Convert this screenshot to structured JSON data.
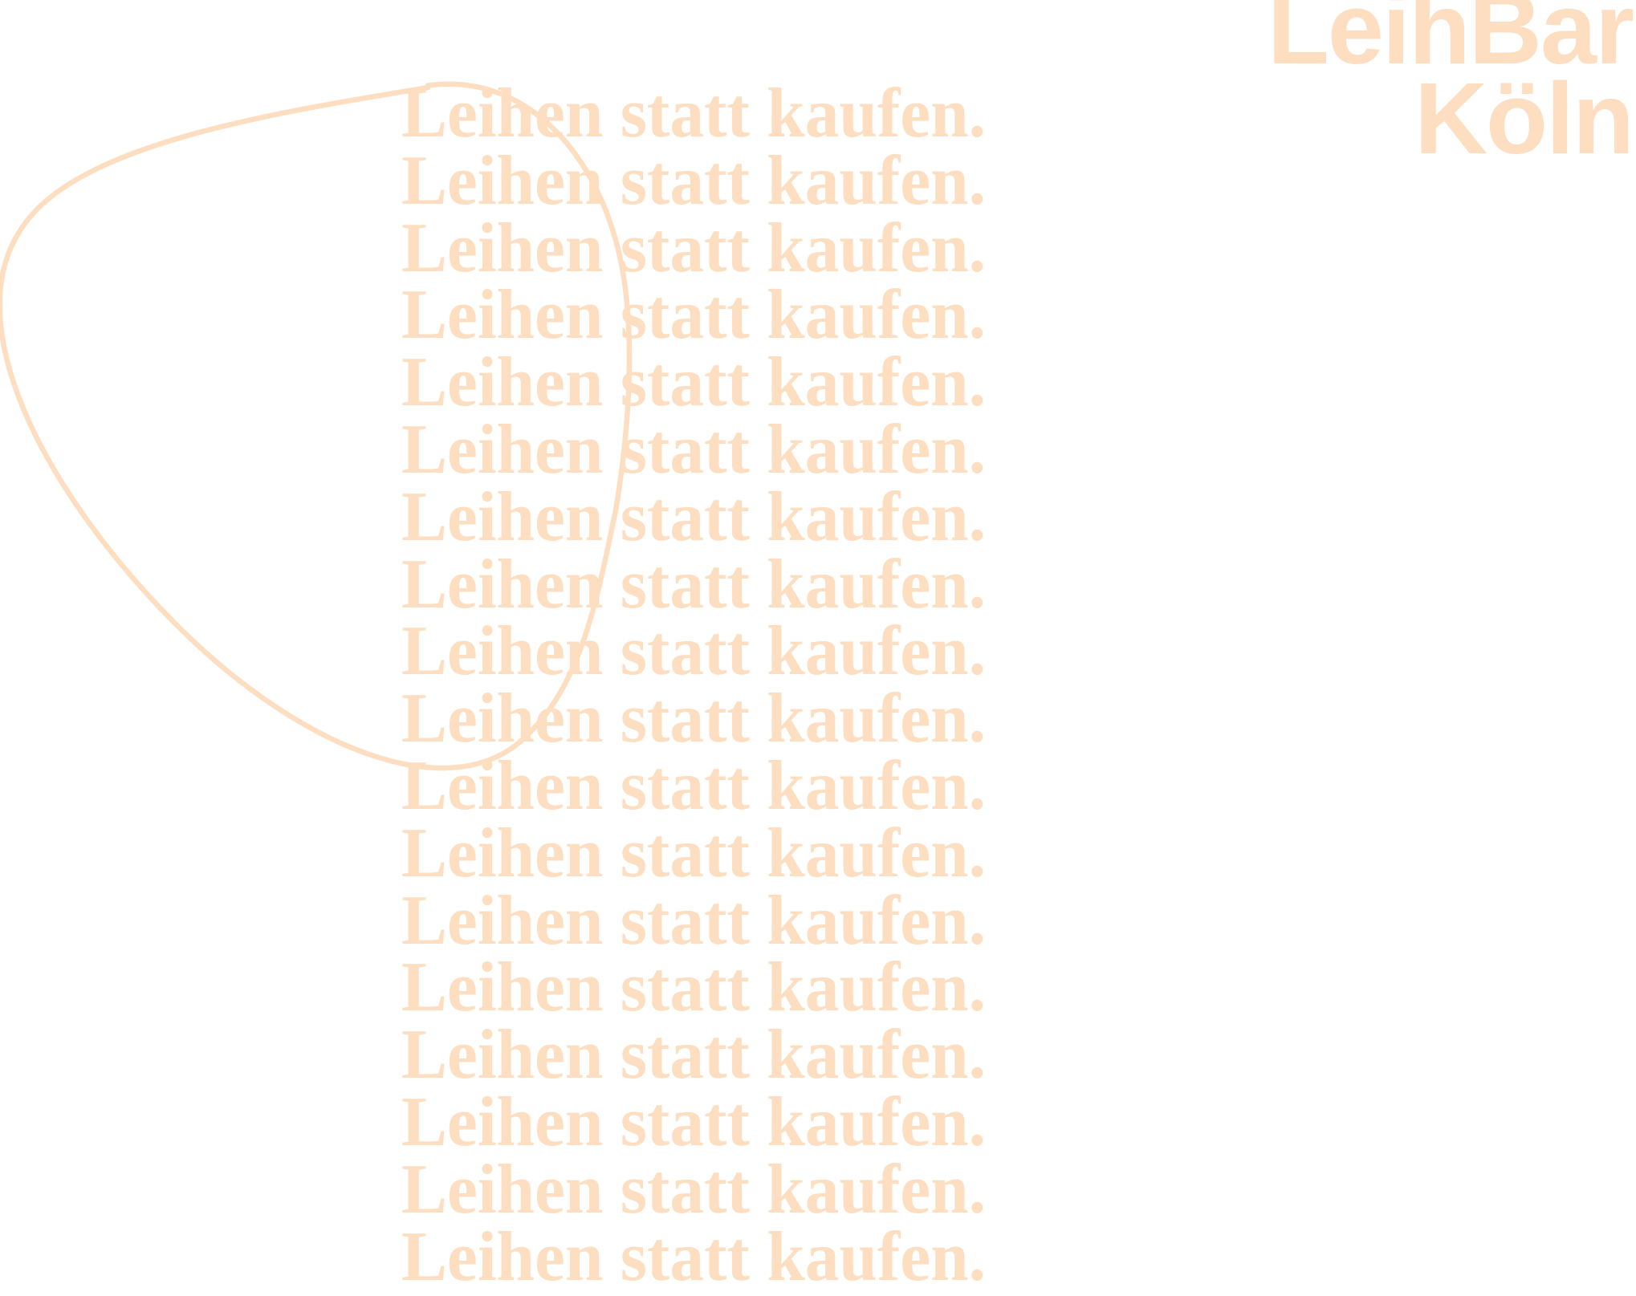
{
  "brand": {
    "line1": "LeihBar",
    "line2": "Köln"
  },
  "slogan_lines": [
    "Leihen statt kaufen.",
    "Leihen statt kaufen.",
    "Leihen statt kaufen.",
    "Leihen statt kaufen.",
    "Leihen statt kaufen.",
    "Leihen statt kaufen.",
    "Leihen statt kaufen.",
    "Leihen statt kaufen.",
    "Leihen statt kaufen.",
    "Leihen statt kaufen.",
    "Leihen statt kaufen.",
    "Leihen statt kaufen.",
    "Leihen statt kaufen.",
    "Leihen statt kaufen.",
    "Leihen statt kaufen.",
    "Leihen statt kaufen.",
    "Leihen statt kaufen.",
    "Leihen statt kaufen."
  ],
  "colors": {
    "accent": "#fddec0"
  }
}
